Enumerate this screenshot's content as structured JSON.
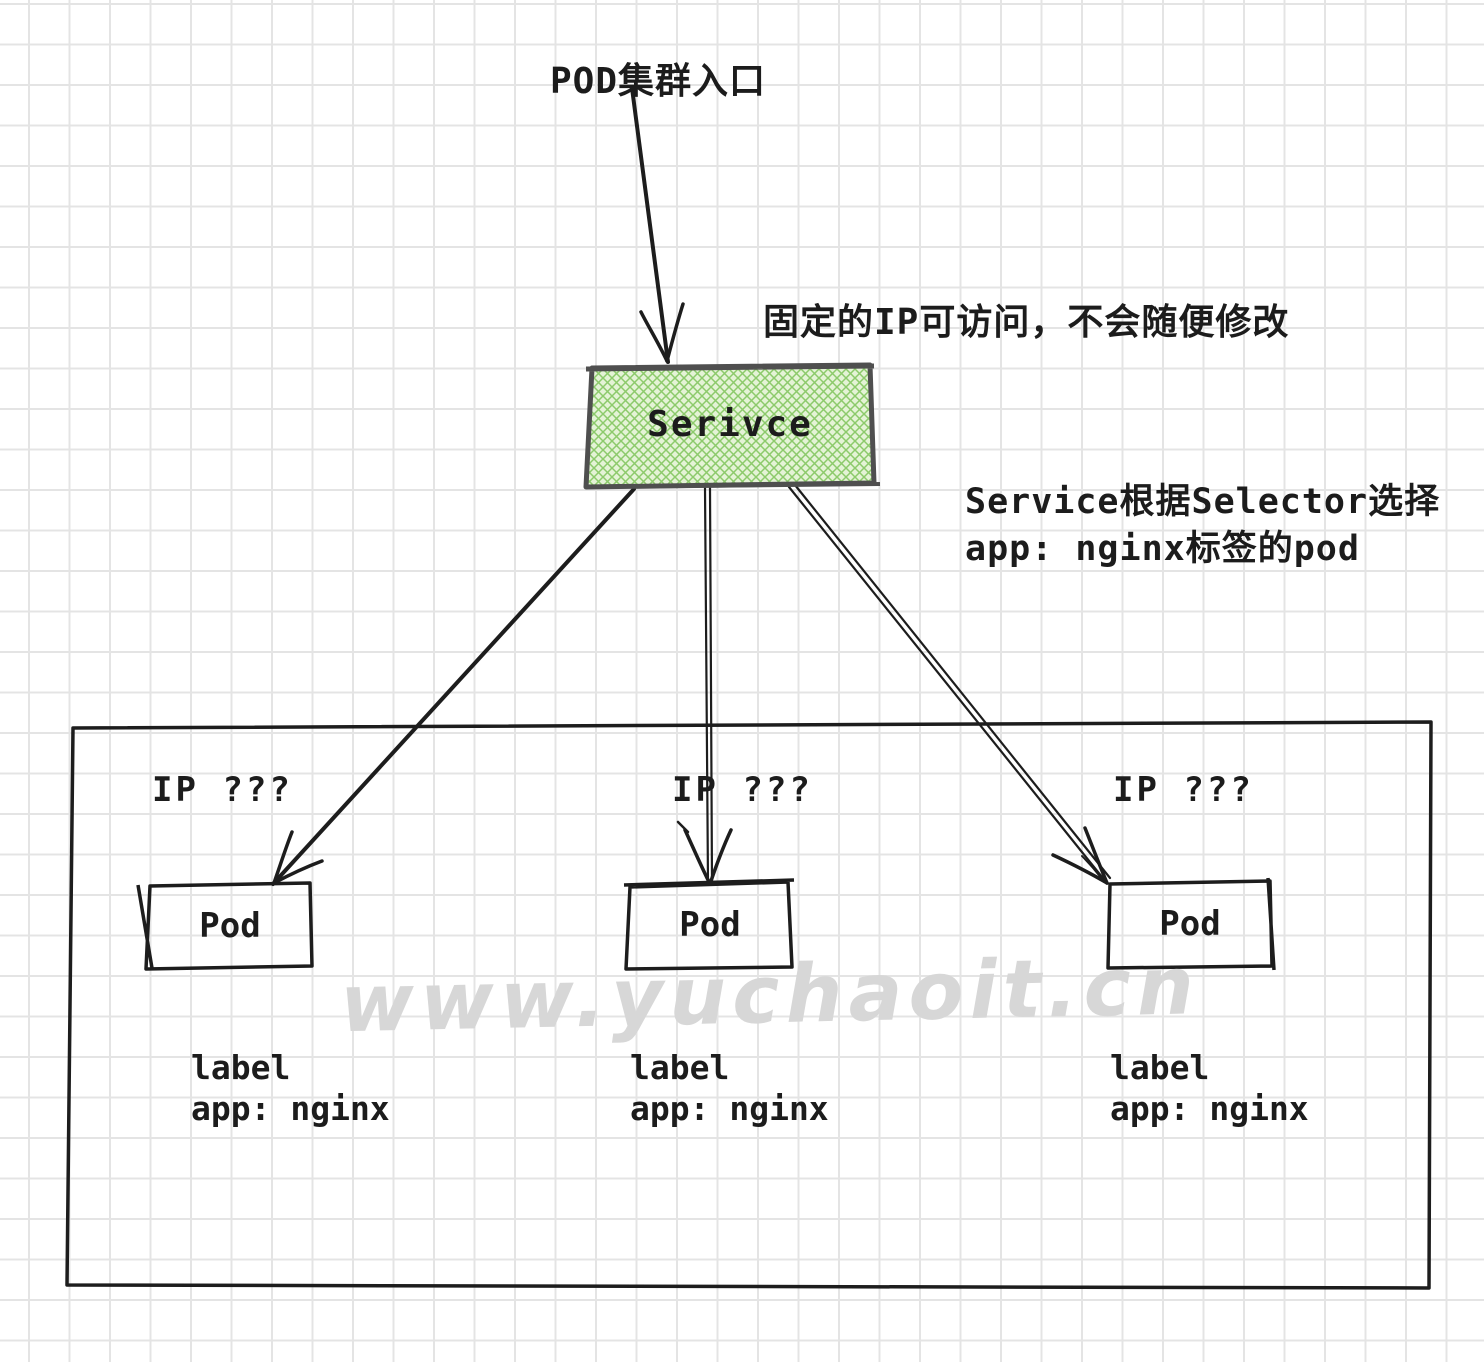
{
  "title": "POD集群入口",
  "annotations": {
    "fixed_ip": "固定的IP可访问，不会随便修改",
    "selector_line1": "Service根据Selector选择",
    "selector_line2": "app: nginx标签的pod"
  },
  "service": {
    "label": "Serivce"
  },
  "pods": [
    {
      "ip": "IP ???",
      "name": "Pod",
      "label_title": "label",
      "label_value": "app: nginx"
    },
    {
      "ip": "IP ???",
      "name": "Pod",
      "label_title": "label",
      "label_value": "app: nginx"
    },
    {
      "ip": "IP ???",
      "name": "Pod",
      "label_title": "label",
      "label_value": "app: nginx"
    }
  ],
  "watermark": "www.yuchaoit.cn",
  "colors": {
    "stroke": "#1d1d1d",
    "service_border": "#4f4f4f",
    "service_hatch": "#8cca6b",
    "service_underlay": "#e4f3d6",
    "grid": "#e4e4e4",
    "watermark": "#d7d7d7"
  }
}
